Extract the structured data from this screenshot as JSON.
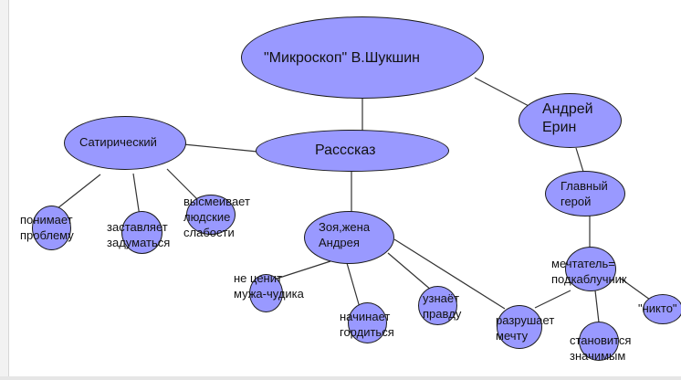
{
  "diagram": {
    "title": "\"Микроскоп\" В.Шукшин",
    "story": "Расссказ",
    "satirical": "Сатирический",
    "sat_understands": "понимает\nпроблему",
    "sat_think": "заставляет\nзадуматься",
    "sat_mocks": "высмеивает\nлюдские\nслабости",
    "zoya": "Зоя,жена\nАндрея",
    "z_doesnt_value": "не ценит\nмужа-чудика",
    "z_proud": "начинает\nгордиться",
    "z_truth": "узнаёт\nправду",
    "destroys": "разрушает\nмечту",
    "andrey": "Андрей\nЕрин",
    "main_hero": "Главный\nгерой",
    "dreamer": "мечтатель=\nподкаблучник",
    "nobody": "\"никто\"",
    "significant": "становится\nзначимым"
  },
  "colors": {
    "node_fill": "#9999ff",
    "node_stroke": "#1a1a1a",
    "line": "#333333"
  }
}
